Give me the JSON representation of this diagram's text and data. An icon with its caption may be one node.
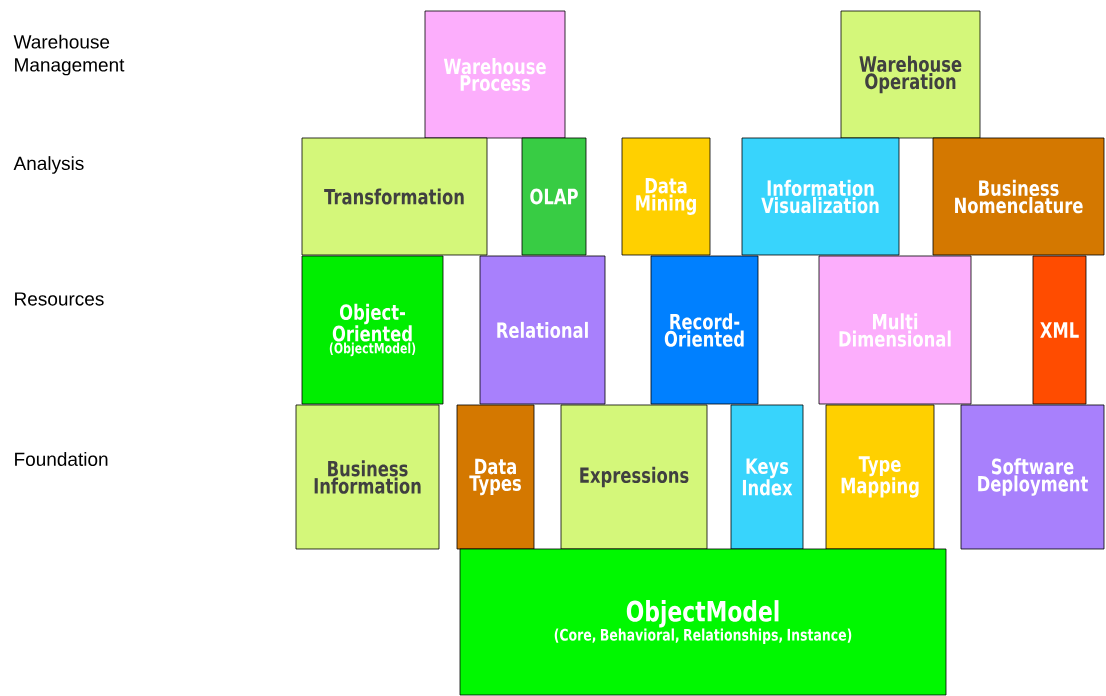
{
  "diagram": {
    "nodes": [
      {
        "text": [
          "Warehouse Process"
        ]
      },
      {
        "text": [
          "Warehouse Operation"
        ]
      },
      {
        "text": [
          "Transformation"
        ]
      },
      {
        "text": [
          "OLAP"
        ]
      },
      {
        "text": [
          "Data Mining"
        ]
      },
      {
        "text": [
          "Information Visualization"
        ]
      },
      {
        "text": [
          "Business Nomenclature"
        ]
      },
      {
        "text": [
          "Object-Oriented",
          "(ObjectModel)"
        ]
      },
      {
        "text": [
          "Relational"
        ]
      },
      {
        "text": [
          "Record-Oriented"
        ]
      },
      {
        "text": [
          "Multi Dimensional"
        ]
      },
      {
        "text": [
          "XML"
        ]
      },
      {
        "text": [
          "Business Information"
        ]
      },
      {
        "text": [
          "Data Types"
        ]
      },
      {
        "text": [
          "Expressions"
        ]
      },
      {
        "text": [
          "Keys Index"
        ]
      },
      {
        "text": [
          "Type Mapping"
        ]
      },
      {
        "text": [
          "Software Deployment"
        ]
      },
      {
        "text": [
          "ObjectModel",
          "(Core, Behavioral, Relationships, Instance)"
        ]
      }
    ],
    "labels": [
      "Warehouse Management",
      "Analysis",
      "Resources",
      "Foundation"
    ]
  }
}
